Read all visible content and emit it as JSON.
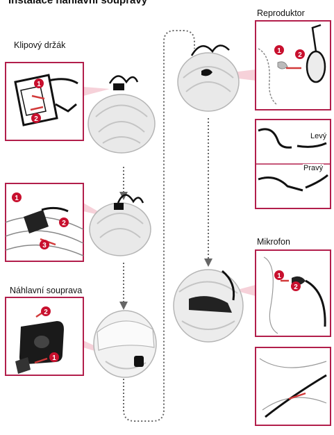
{
  "title": "Instalace náhlavní soupravy",
  "labels": {
    "clip_holder": "Klipový držák",
    "speaker": "Reproduktor",
    "left": "Levý",
    "right": "Pravý",
    "microphone": "Mikrofon",
    "headset": "Náhlavní souprava"
  },
  "step_numbers": {
    "one": "1",
    "two": "2",
    "three": "3"
  },
  "colors": {
    "frame": "#b21e4b",
    "badge": "#c8102e",
    "line": "#111111",
    "helmet": "#c4c4c4",
    "arrow": "#d23a3a",
    "flow": "#666666"
  }
}
